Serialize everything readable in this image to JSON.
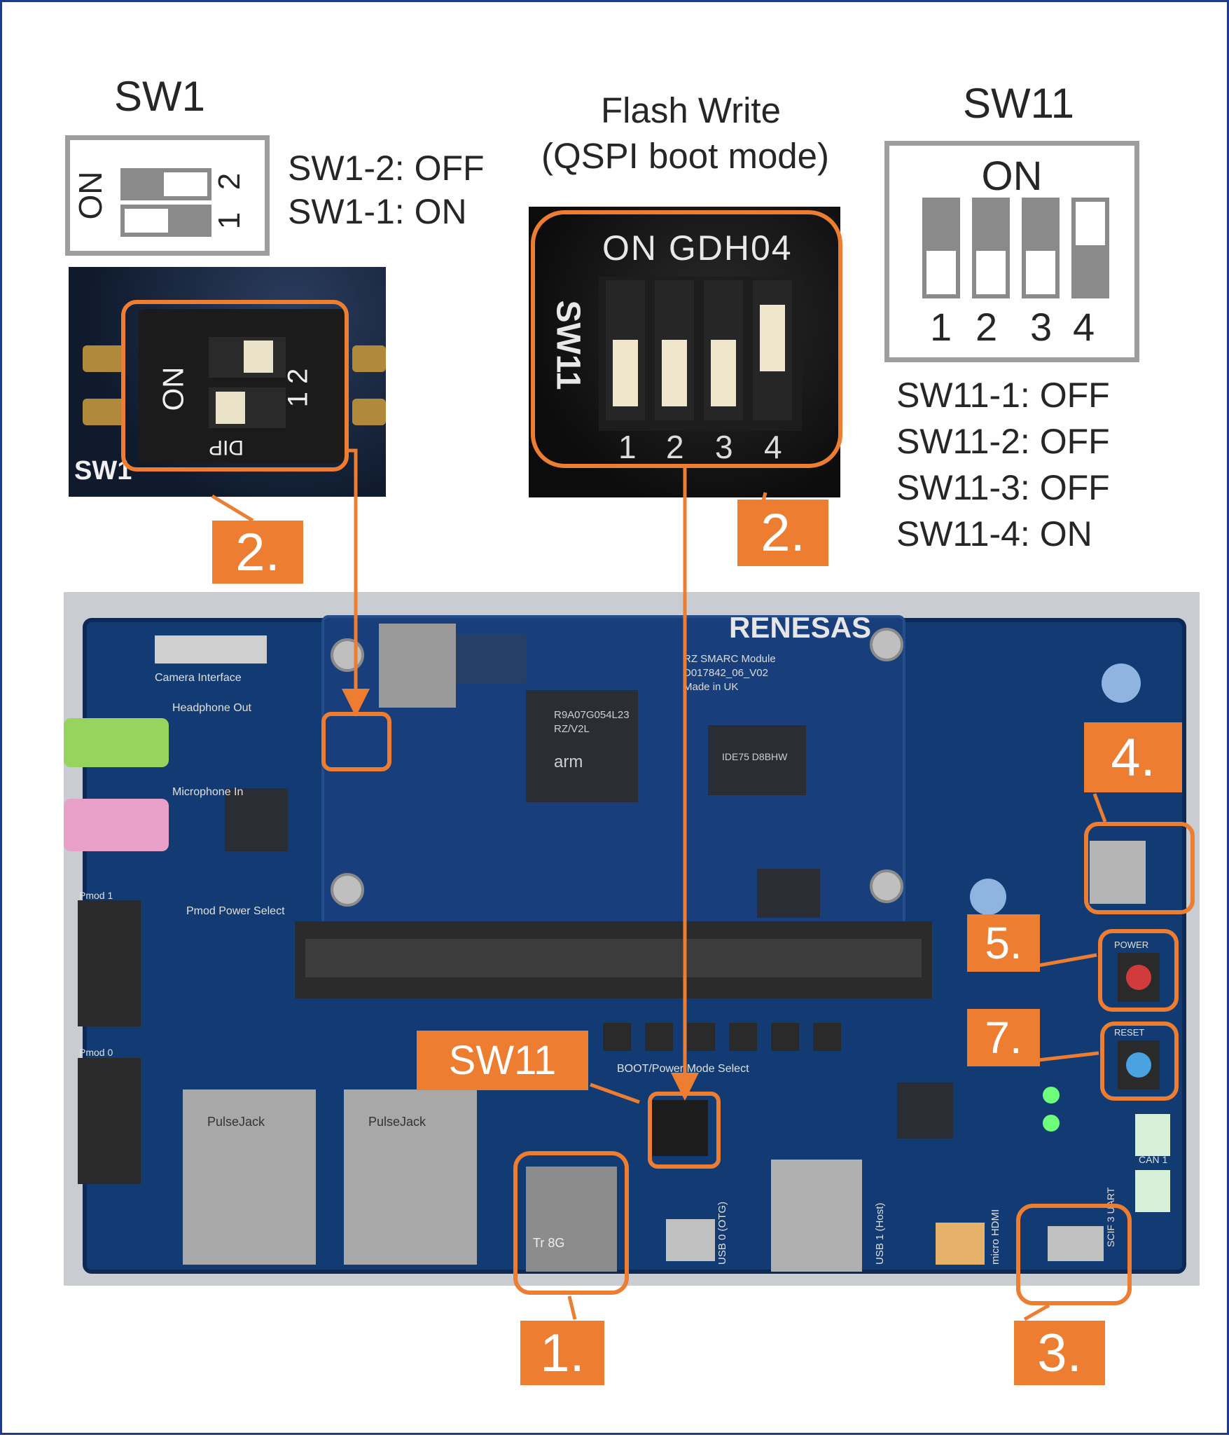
{
  "sw1": {
    "title": "SW1",
    "on_label": "ON",
    "pin_labels": [
      "2",
      "1"
    ],
    "settings": [
      "SW1-2: OFF",
      "SW1-1: ON"
    ]
  },
  "flash": {
    "title_line1": "Flash Write",
    "title_line2": "(QSPI boot mode)",
    "photo_header": "ON GDH04",
    "photo_side": "SW11",
    "photo_pins": [
      "1",
      "2",
      "3",
      "4"
    ]
  },
  "sw11": {
    "title": "SW11",
    "on_label": "ON",
    "pin_labels": [
      "1",
      "2",
      "3",
      "4"
    ],
    "positions": [
      "OFF",
      "OFF",
      "OFF",
      "ON"
    ],
    "settings": [
      "SW11-1: OFF",
      "SW11-2: OFF",
      "SW11-3: OFF",
      "SW11-4: ON"
    ]
  },
  "sw1_photo": {
    "dip_on": "ON",
    "dip_text": "DIP",
    "pins": "1 2",
    "silk": "SW1"
  },
  "board": {
    "brand": "RENESAS",
    "module_text": [
      "RZ SMARC Module",
      "D017842_06_V02",
      "Made in UK"
    ],
    "labels": {
      "camera": "Camera Interface",
      "headphone": "Headphone Out",
      "microphone": "Microphone In",
      "pmod_power": "Pmod Power Select",
      "pmod1": "Pmod 1",
      "pmod0": "Pmod 0",
      "boot_select": "BOOT/Power Mode Select",
      "pulsejack1": "PulseJack",
      "pulsejack2": "PulseJack",
      "usb0": "USB 0 (OTG)",
      "usb1": "USB 1 (Host)",
      "micro_hdmi": "micro HDMI",
      "uart": "SCIF 3 UART",
      "can": "CAN 1",
      "power": "POWER",
      "reset": "RESET",
      "soc_line1": "R9A07G054L23",
      "soc_line2": "RZ/V2L",
      "soc_brand": "arm",
      "mem": "IDE75 D8BHW",
      "sd": "Tr 8G"
    }
  },
  "callouts": {
    "sw11_label": "SW11",
    "badges": [
      "2.",
      "2.",
      "4.",
      "5.",
      "7.",
      "1.",
      "3."
    ]
  },
  "colors": {
    "accent": "#ed7d31",
    "frame": "#1f3a8a",
    "pcb": "#123a73",
    "gray": "#8a8a8a"
  }
}
